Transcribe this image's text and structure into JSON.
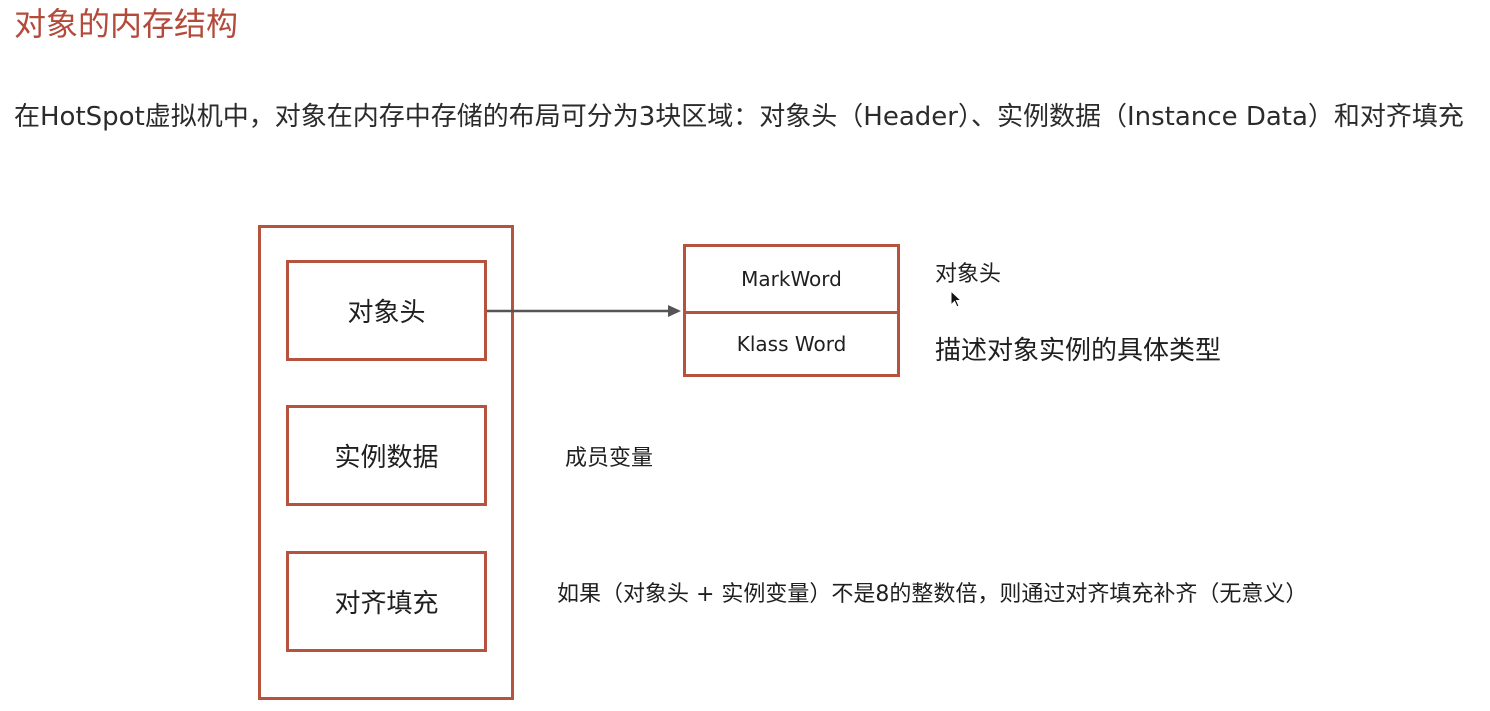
{
  "title": "对象的内存结构",
  "intro": "在HotSpot虚拟机中，对象在内存中存储的布局可分为3块区域：对象头（Header）、实例数据（Instance Data）和对齐填充",
  "object_layout": {
    "parts": [
      {
        "label": "对象头"
      },
      {
        "label": "实例数据"
      },
      {
        "label": "对齐填充"
      }
    ]
  },
  "header_detail": {
    "mark_word": "MarkWord",
    "klass_word": "Klass Word"
  },
  "annotations": {
    "mark_word_note": "对象头",
    "klass_word_note": "描述对象实例的具体类型",
    "instance_data_note": "成员变量",
    "padding_note": "如果（对象头 + 实例变量）不是8的整数倍，则通过对齐填充补齐（无意义）"
  },
  "colors": {
    "title": "#b34a3a",
    "box_border": "#b5533f",
    "arrow": "#555555"
  }
}
